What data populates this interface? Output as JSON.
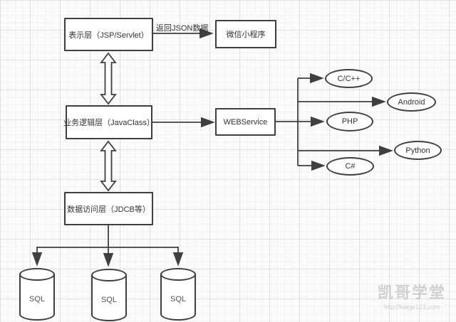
{
  "diagram": {
    "nodes": {
      "presentation": {
        "label": "表示层（JSP/Servlet）"
      },
      "wechat": {
        "label": "微信小程序"
      },
      "business": {
        "label": "业务逻辑层（JavaClass）"
      },
      "webservice": {
        "label": "WEBService"
      },
      "dataaccess": {
        "label": "数据访问层（JDCB等）"
      },
      "clients": [
        {
          "label": "C/C++"
        },
        {
          "label": "Android"
        },
        {
          "label": "PHP"
        },
        {
          "label": "Python"
        },
        {
          "label": "C#"
        }
      ],
      "databases": [
        {
          "label": "SQL"
        },
        {
          "label": "SQL"
        },
        {
          "label": "SQL"
        }
      ]
    },
    "edges": {
      "json_label": "返回JSON数据"
    },
    "colors": {
      "stroke": "#3f3f3f",
      "text": "#333333",
      "watermark": "#b0b0b3"
    },
    "watermark": {
      "title": "凯哥学堂",
      "url": "http://kaige123.com"
    }
  }
}
